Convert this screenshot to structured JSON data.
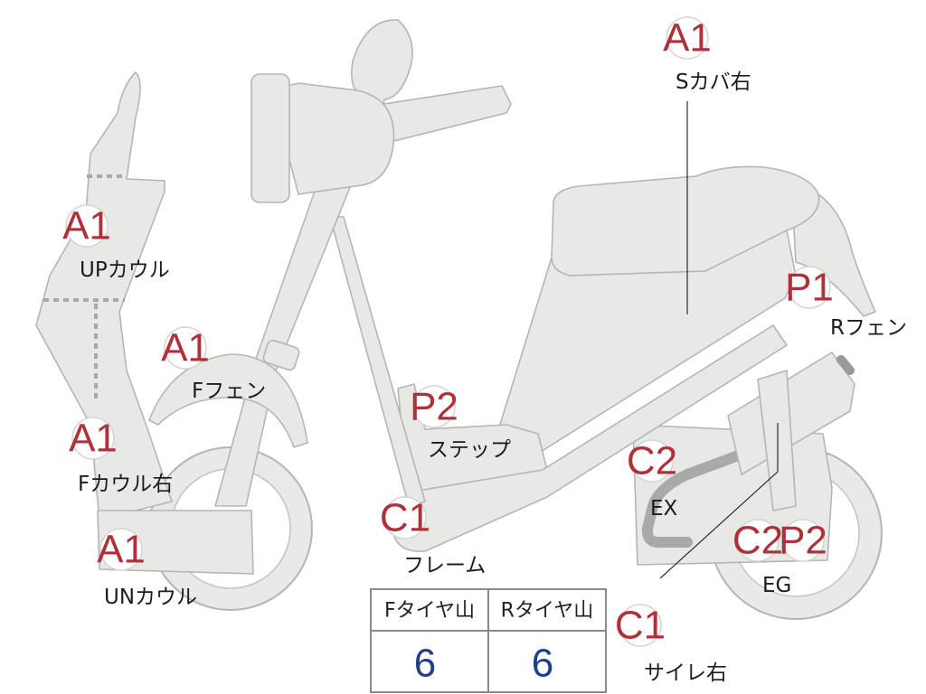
{
  "diagram": {
    "colors": {
      "body": "#e8e8e6",
      "outline": "#b5b5b3",
      "code_text": "#b0303a",
      "value_text": "#1f3f8a"
    },
    "callouts": [
      {
        "code": "A1",
        "part": "Sカバ右"
      },
      {
        "code": "A1",
        "part": "UPカウル"
      },
      {
        "code": "A1",
        "part": "Fフェン"
      },
      {
        "code": "A1",
        "part": "Fカウル右"
      },
      {
        "code": "A1",
        "part": "UNカウル"
      },
      {
        "code": "P2",
        "part": "ステップ"
      },
      {
        "code": "C1",
        "part": "フレーム"
      },
      {
        "code": "C2",
        "part": "EX"
      },
      {
        "code": "P1",
        "part": "Rフェン"
      },
      {
        "code": "C2",
        "part": ""
      },
      {
        "code": "P2",
        "part": ""
      },
      {
        "code": "",
        "part": "EG"
      },
      {
        "code": "C1",
        "part": "サイレ右"
      }
    ]
  },
  "tire_table": {
    "headers": [
      "Fタイヤ山",
      "Rタイヤ山"
    ],
    "values": [
      "6",
      "6"
    ]
  }
}
